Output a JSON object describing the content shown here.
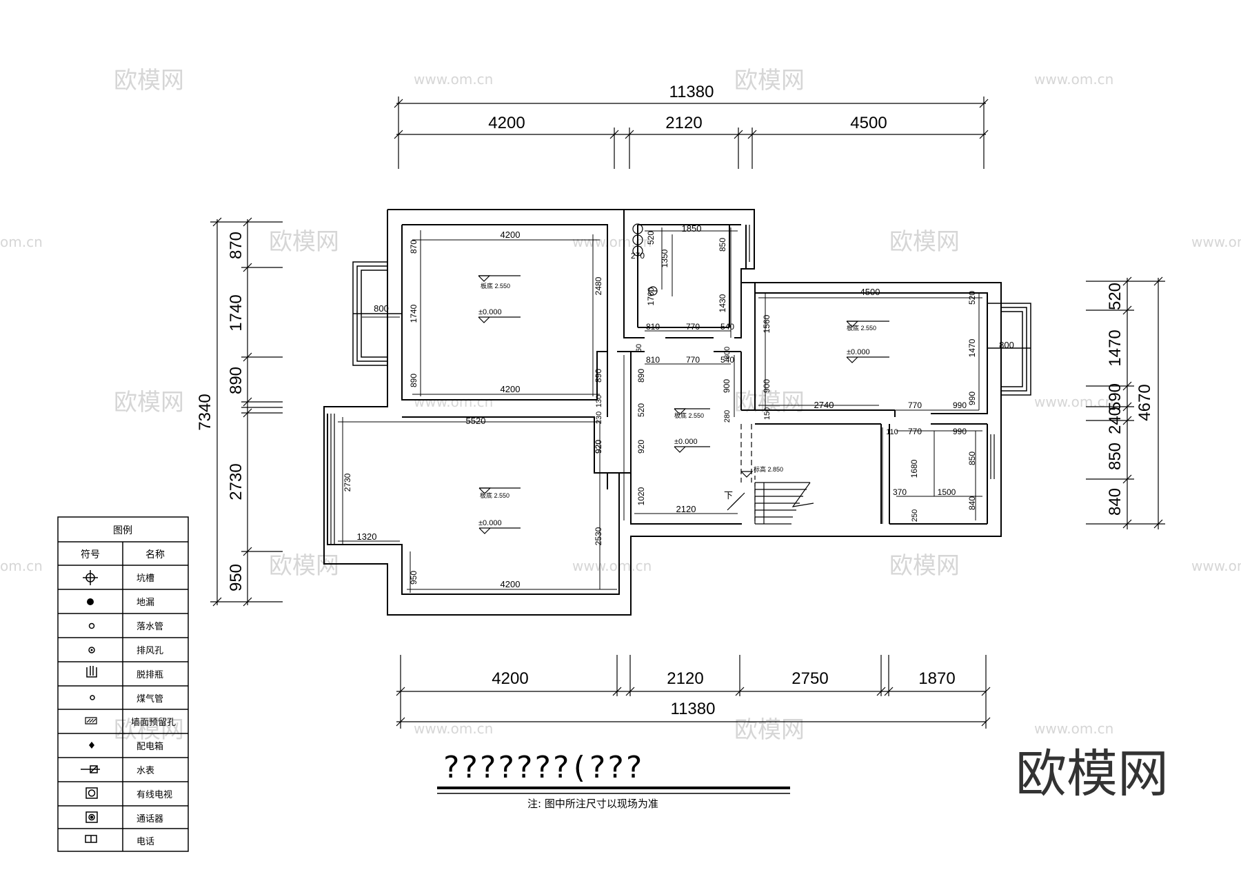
{
  "drawing": {
    "title": "???????(???",
    "note": "注: 图中所注尺寸以现场为准",
    "brand": "欧模网"
  },
  "watermarks": {
    "logo": "欧模网",
    "url": "www.om.cn",
    "url_edge": "om.cn",
    "url_edge_right": "www.om"
  },
  "dims": {
    "top_total": "11380",
    "top_1": "4200",
    "top_2": "2120",
    "top_3": "4500",
    "bottom_1": "4200",
    "bottom_2": "2120",
    "bottom_3": "2750",
    "bottom_4": "1870",
    "bottom_total": "11380",
    "left_total": "7340",
    "left_1": "870",
    "left_2": "1740",
    "left_3": "890",
    "left_4": "2730",
    "left_5": "950",
    "right_total": "4670",
    "right_1": "520",
    "right_2": "1470",
    "right_3": "590",
    "right_4": "240",
    "right_5": "850",
    "right_6": "840"
  },
  "inner_dims": {
    "r1_top": "4200",
    "r1_bottom": "4200",
    "r1_left_870": "870",
    "r1_left_1740": "1740",
    "r1_left_890": "890",
    "r1_right": "2480",
    "bay_left": "800",
    "k_1850": "1850",
    "k_520": "520",
    "k_270": "270",
    "k_1350": "1350",
    "k_850": "850",
    "k_1760": "1760",
    "k_1430": "1430",
    "k_810a": "810",
    "k_770a": "770",
    "k_540a": "540",
    "k_810b": "810",
    "k_770b": "770",
    "k_540b": "540",
    "k_60": "60",
    "k_800": "800",
    "c_890a": "890",
    "c_890b": "890",
    "c_130": "130",
    "c_230": "230",
    "c_520": "520",
    "c_920a": "920",
    "c_920b": "920",
    "c_1020": "1020",
    "c_900a": "900",
    "c_900b": "900",
    "c_280": "280",
    "c_150": "150",
    "c_2120": "2120",
    "c_2740": "2740",
    "r2_top": "4500",
    "r2_1560": "1560",
    "r2_520": "520",
    "r2_1470": "1470",
    "r2_990a": "990",
    "bay_right": "800",
    "s_770a": "770",
    "s_990b": "990",
    "s_110": "110",
    "s_770b": "770",
    "s_990c": "990",
    "s_1680": "1680",
    "s_850": "850",
    "s_370": "370",
    "s_1500": "1500",
    "s_840": "840",
    "s_250": "250",
    "lr_5520": "5520",
    "lr_2730": "2730",
    "lr_920": "920",
    "lr_2530": "2530",
    "lr_1320": "1320",
    "lr_950": "950",
    "lr_4200": "4200"
  },
  "levels": {
    "ceiling_label": "板底 2.550",
    "floor_label": "±0.000",
    "stair_label": "标高 2.850",
    "stair_down": "下"
  },
  "legend": {
    "title": "图例",
    "col_symbol": "符号",
    "col_name": "名称",
    "items": [
      {
        "icon": "crosshair-icon",
        "name": "坑槽"
      },
      {
        "icon": "floor-drain-icon",
        "name": "地漏"
      },
      {
        "icon": "drain-pipe-icon",
        "name": "落水管"
      },
      {
        "icon": "exhaust-hole-icon",
        "name": "排风孔"
      },
      {
        "icon": "exhaust-pipe-icon",
        "name": "脱排瓶"
      },
      {
        "icon": "gas-pipe-icon",
        "name": "煤气管"
      },
      {
        "icon": "wall-vent-icon",
        "name": "墙面预留孔"
      },
      {
        "icon": "electric-box-icon",
        "name": "配电箱"
      },
      {
        "icon": "water-meter-icon",
        "name": "水表"
      },
      {
        "icon": "cable-tv-icon",
        "name": "有线电视"
      },
      {
        "icon": "intercom-icon",
        "name": "通话器"
      },
      {
        "icon": "telephone-icon",
        "name": "电话"
      }
    ]
  }
}
